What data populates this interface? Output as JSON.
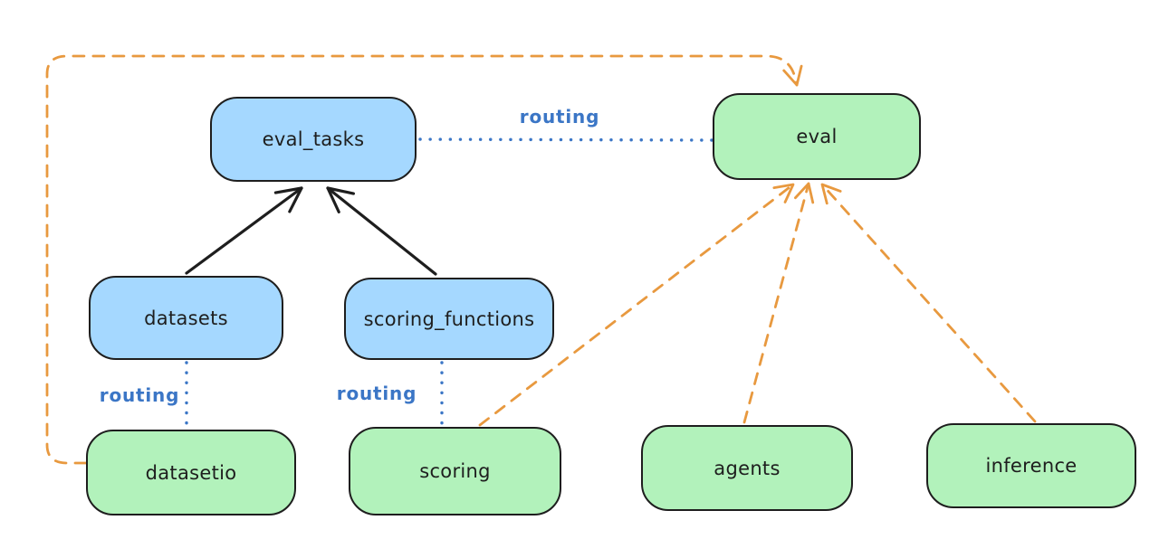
{
  "diagram": {
    "nodes": [
      {
        "id": "eval_tasks",
        "label": "eval_tasks",
        "color": "blue"
      },
      {
        "id": "eval",
        "label": "eval",
        "color": "green"
      },
      {
        "id": "datasets",
        "label": "datasets",
        "color": "blue"
      },
      {
        "id": "scoring_functions",
        "label": "scoring_functions",
        "color": "blue"
      },
      {
        "id": "datasetio",
        "label": "datasetio",
        "color": "green"
      },
      {
        "id": "scoring",
        "label": "scoring",
        "color": "green"
      },
      {
        "id": "agents",
        "label": "agents",
        "color": "green"
      },
      {
        "id": "inference",
        "label": "inference",
        "color": "green"
      }
    ],
    "edges": [
      {
        "from": "datasets",
        "to": "eval_tasks",
        "style": "solid",
        "color": "black",
        "arrow": true,
        "label": ""
      },
      {
        "from": "scoring_functions",
        "to": "eval_tasks",
        "style": "solid",
        "color": "black",
        "arrow": true,
        "label": ""
      },
      {
        "from": "eval_tasks",
        "to": "eval",
        "style": "dotted",
        "color": "blue",
        "arrow": false,
        "label": "routing"
      },
      {
        "from": "datasets",
        "to": "datasetio",
        "style": "dotted",
        "color": "blue",
        "arrow": false,
        "label": "routing"
      },
      {
        "from": "scoring_functions",
        "to": "scoring",
        "style": "dotted",
        "color": "blue",
        "arrow": false,
        "label": "routing"
      },
      {
        "from": "datasetio",
        "to": "eval",
        "style": "dashed",
        "color": "orange",
        "arrow": true,
        "label": ""
      },
      {
        "from": "scoring",
        "to": "eval",
        "style": "dashed",
        "color": "orange",
        "arrow": true,
        "label": ""
      },
      {
        "from": "agents",
        "to": "eval",
        "style": "dashed",
        "color": "orange",
        "arrow": true,
        "label": ""
      },
      {
        "from": "inference",
        "to": "eval",
        "style": "dashed",
        "color": "orange",
        "arrow": true,
        "label": ""
      }
    ],
    "colors": {
      "background": "#ffffff",
      "blue_fill": "#a5d8ff",
      "green_fill": "#b2f2bb",
      "stroke_black": "#1e1e1e",
      "routing_blue": "#3b76c6",
      "orange": "#e8993f"
    }
  }
}
